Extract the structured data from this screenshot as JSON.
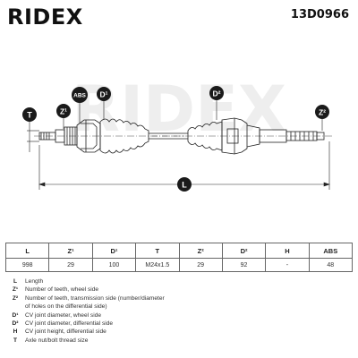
{
  "header": {
    "brand": "RIDEX",
    "part_number": "13D0966"
  },
  "diagram": {
    "callouts": {
      "T": "T",
      "Z1": "Z¹",
      "ABS": "ABS",
      "D1": "D¹",
      "D2": "D²",
      "Z2": "Z²",
      "L": "L"
    },
    "watermark": "RIDEX"
  },
  "spec_table": {
    "headers": [
      "L",
      "Z¹",
      "D¹",
      "T",
      "Z²",
      "D²",
      "H",
      "ABS"
    ],
    "values": [
      "998",
      "29",
      "100",
      "M24x1.5",
      "29",
      "92",
      "-",
      "48"
    ]
  },
  "legend": [
    {
      "key": "L",
      "text": "Length"
    },
    {
      "key": "Z¹",
      "text": "Number of teeth, wheel side"
    },
    {
      "key": "Z²",
      "text": "Number of teeth, transmission side (number/diameter"
    },
    {
      "key": "",
      "text": "of holes on the differential side)"
    },
    {
      "key": "D¹",
      "text": "CV joint diameter, wheel side"
    },
    {
      "key": "D²",
      "text": "CV joint diameter, differential side"
    },
    {
      "key": "H",
      "text": "CV joint height, differential side"
    },
    {
      "key": "T",
      "text": "Axle nut/bolt thread size"
    }
  ],
  "colors": {
    "callout_fill": "#1a1a1a",
    "callout_text": "#ffffff",
    "line": "#222222",
    "watermark": "#ececec"
  }
}
